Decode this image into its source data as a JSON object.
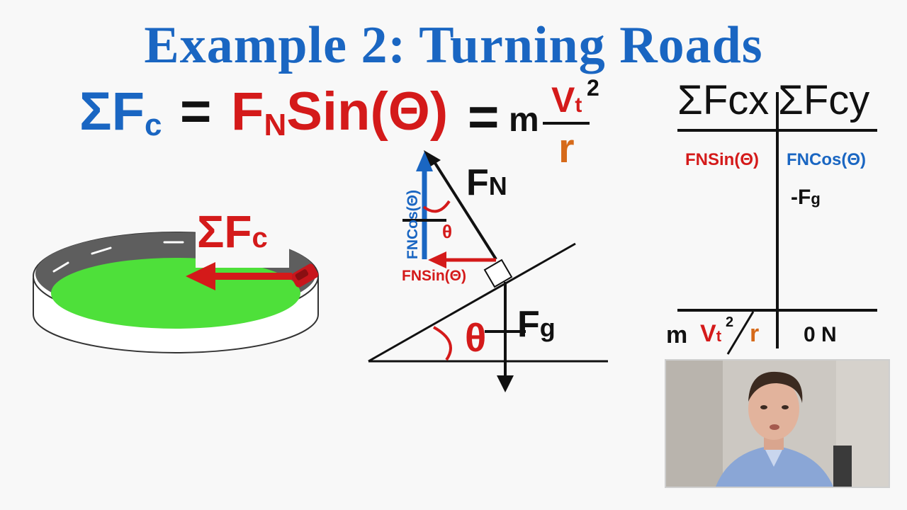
{
  "title": "Example 2: Turning Roads",
  "equation": {
    "lhs_sigma_f": "ΣF",
    "lhs_sub": "c",
    "equals": "=",
    "fn": "F",
    "fn_sub": "N",
    "sin": "Sin(Θ)",
    "m": "m",
    "v": "V",
    "v_sub": "t",
    "v_sup": "2",
    "r": "r"
  },
  "road_diagram": {
    "force_label": "ΣF",
    "force_sub": "c"
  },
  "incline_diagram": {
    "fn_label": "F",
    "fn_sub": "N",
    "fg_label": "F",
    "fg_sub": "g",
    "theta_small": "θ",
    "theta_big": "θ",
    "fn_sin_label": "FNSin(Θ)",
    "fn_cos_label": "FNCos(Θ)"
  },
  "table": {
    "col_x_head": "ΣFcx",
    "col_y_head": "ΣFcy",
    "x_row1": "FNSin(Θ)",
    "y_row1": "FNCos(Θ)",
    "y_row2_prefix": "-F",
    "y_row2_sub": "g",
    "sum_x_m": "m",
    "sum_x_v": "V",
    "sum_x_v_sub": "t",
    "sum_x_v_sup": "2",
    "sum_x_r": "r",
    "sum_y": "0 N"
  },
  "colors": {
    "blue": "#1a66c2",
    "red": "#d41a1a",
    "orange": "#d66a1a",
    "green": "#4ee03a"
  }
}
